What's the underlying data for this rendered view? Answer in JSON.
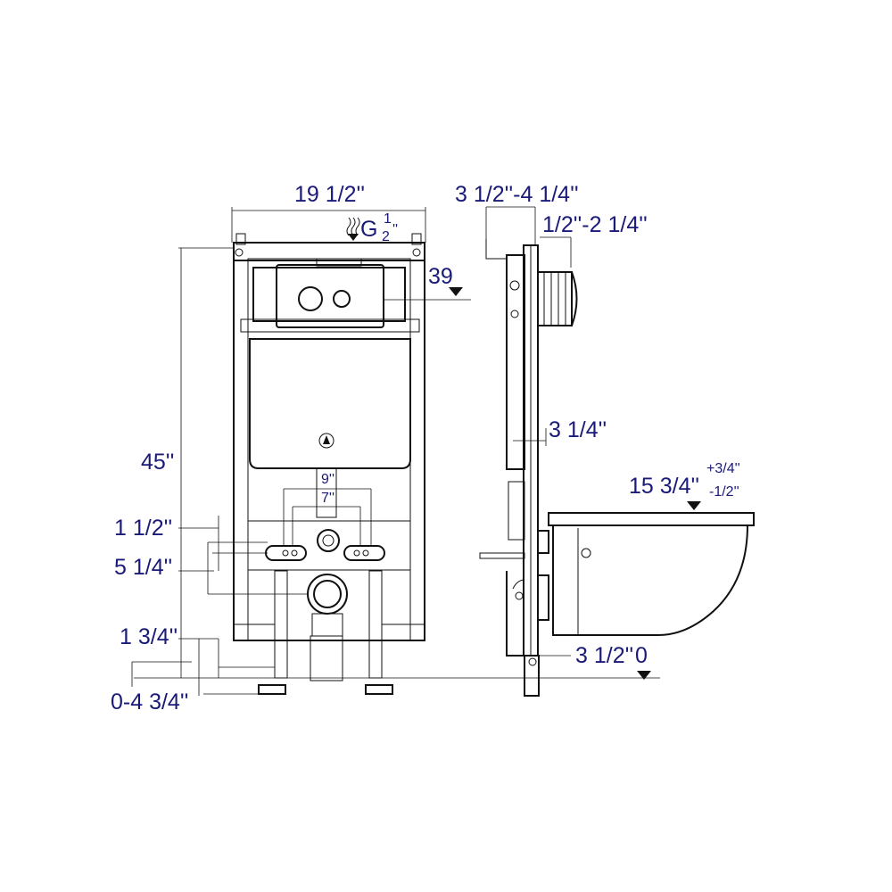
{
  "front_view": {
    "width_label": "19 1/2''",
    "height_label": "45''",
    "water_label": "G",
    "water_fraction_top": "1",
    "water_fraction_bottom": "2",
    "water_suffix": "''",
    "flush_height_label": "39",
    "spacing_9_label": "9''",
    "spacing_7_label": "7''",
    "label_1_1_2": "1 1/2''",
    "label_5_1_4": "5 1/4''",
    "label_1_3_4": "1 3/4''",
    "label_0_4_3_4": "0-4 3/4''"
  },
  "side_view": {
    "depth_range_label": "3 1/2''-4 1/4''",
    "wall_range_label": "1/2''-2 1/4''",
    "frame_depth_label": "3 1/4''",
    "bowl_height_label": "15 3/4''",
    "bowl_tolerance_plus": "+3/4''",
    "bowl_tolerance_minus": "-1/2''",
    "floor_label": "3 1/2''",
    "floor_zero_label": "0"
  }
}
